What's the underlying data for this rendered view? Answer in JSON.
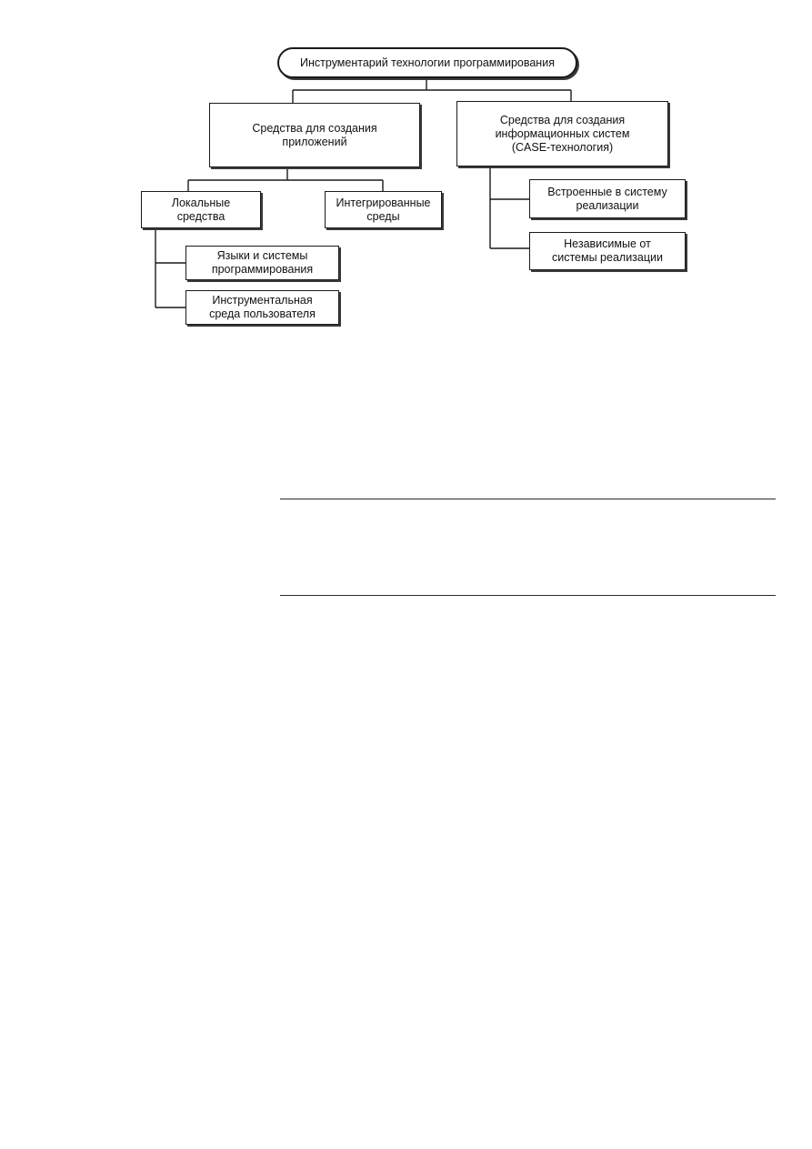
{
  "diagram": {
    "root": "Инструментарий технологии программирования",
    "app_tools": "Средства для создания\nприложений",
    "is_tools": "Средства для  создания\nинформационных систем\n(CASE-технология)",
    "local_tools": "Локальные\nсредства",
    "integrated_env": "Интегрированные\nсреды",
    "languages": "Языки и системы\nпрограммирования",
    "user_env": "Инструментальная\nсреда пользователя",
    "built_in": "Встроенные в систему\nреализации",
    "independent": "Независимые от\nсистемы реализации"
  }
}
